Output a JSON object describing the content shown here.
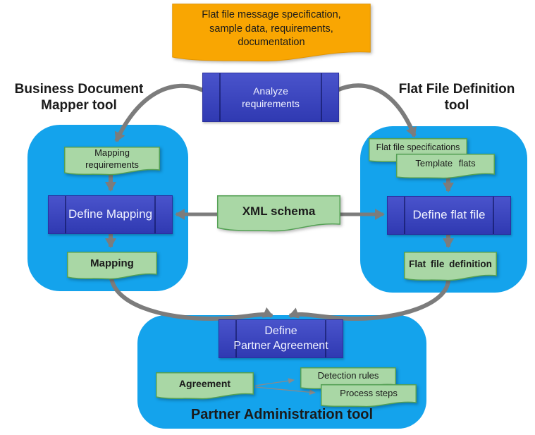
{
  "colors": {
    "container_blue": "#14A3EC",
    "process_blue": "#3540C6",
    "process_blue_border": "#2A2F9E",
    "doc_green": "#A9D7A5",
    "doc_green_border": "#54A054",
    "doc_orange": "#F9A602",
    "doc_orange_border": "#E29400",
    "arrow_gray": "#7C7C7C",
    "text_dark": "#1A1A1A",
    "text_light": "#F0F2FF"
  },
  "top_document": {
    "label": "Flat file message specification,\nsample data, requirements,\ndocumentation"
  },
  "analyze_box": {
    "label": "Analyze\nrequirements"
  },
  "headings": {
    "left": "Business Document\nMapper tool",
    "right": "Flat File Definition\ntool",
    "bottom": "Partner Administration tool"
  },
  "mapper_tool": {
    "requirements": "Mapping\nrequirements",
    "process": "Define Mapping",
    "output": "Mapping"
  },
  "xml_schema": {
    "label": "XML schema"
  },
  "flat_file_tool": {
    "specifications": "Flat file specifications",
    "templates": "Template flats",
    "process": "Define flat file",
    "output": "Flat file definition"
  },
  "partner_tool": {
    "process": "Define\nPartner Agreement",
    "agreement": "Agreement",
    "detection_rules": "Detection rules",
    "process_steps": "Process steps"
  }
}
